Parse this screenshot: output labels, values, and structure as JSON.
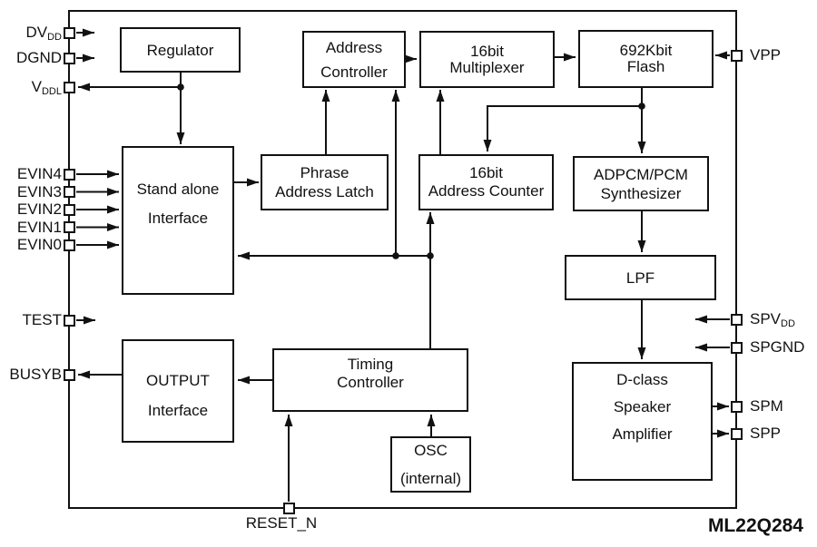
{
  "chip": {
    "name": "ML22Q284"
  },
  "colors": {
    "line": "#111111",
    "background": "#ffffff",
    "text": "#111111"
  },
  "blocks": {
    "regulator": {
      "lines": [
        "Regulator"
      ]
    },
    "address_controller": {
      "lines": [
        "Address",
        "Controller"
      ]
    },
    "multiplexer": {
      "lines": [
        "16bit",
        "Multiplexer"
      ]
    },
    "flash": {
      "lines": [
        "692Kbit",
        "Flash"
      ]
    },
    "standalone": {
      "lines": [
        "Stand alone",
        "Interface"
      ]
    },
    "phrase_latch": {
      "lines": [
        "Phrase",
        "Address Latch"
      ]
    },
    "address_counter": {
      "lines": [
        "16bit",
        "Address Counter"
      ]
    },
    "adpcm": {
      "lines": [
        "ADPCM/PCM",
        "Synthesizer"
      ]
    },
    "lpf": {
      "lines": [
        "LPF"
      ]
    },
    "timing": {
      "lines": [
        "Timing",
        "Controller"
      ]
    },
    "output_interface": {
      "lines": [
        "OUTPUT",
        "Interface"
      ]
    },
    "osc": {
      "lines": [
        "OSC",
        "(internal)"
      ]
    },
    "dclass": {
      "lines": [
        "D-class",
        "Speaker",
        "Amplifier"
      ]
    }
  },
  "pins": {
    "dvdd": {
      "main": "DV",
      "sub": "DD"
    },
    "dgnd": {
      "main": "DGND",
      "sub": ""
    },
    "vddl": {
      "main": "V",
      "sub": "DDL"
    },
    "evin4": {
      "main": "EVIN4",
      "sub": ""
    },
    "evin3": {
      "main": "EVIN3",
      "sub": ""
    },
    "evin2": {
      "main": "EVIN2",
      "sub": ""
    },
    "evin1": {
      "main": "EVIN1",
      "sub": ""
    },
    "evin0": {
      "main": "EVIN0",
      "sub": ""
    },
    "test": {
      "main": "TEST",
      "sub": ""
    },
    "busyb": {
      "main": "BUSYB",
      "sub": ""
    },
    "reset": {
      "main": "RESET_N",
      "sub": ""
    },
    "vpp": {
      "main": "VPP",
      "sub": ""
    },
    "spvdd": {
      "main": "SPV",
      "sub": "DD"
    },
    "spgnd": {
      "main": "SPGND",
      "sub": ""
    },
    "spm": {
      "main": "SPM",
      "sub": ""
    },
    "spp": {
      "main": "SPP",
      "sub": ""
    }
  }
}
